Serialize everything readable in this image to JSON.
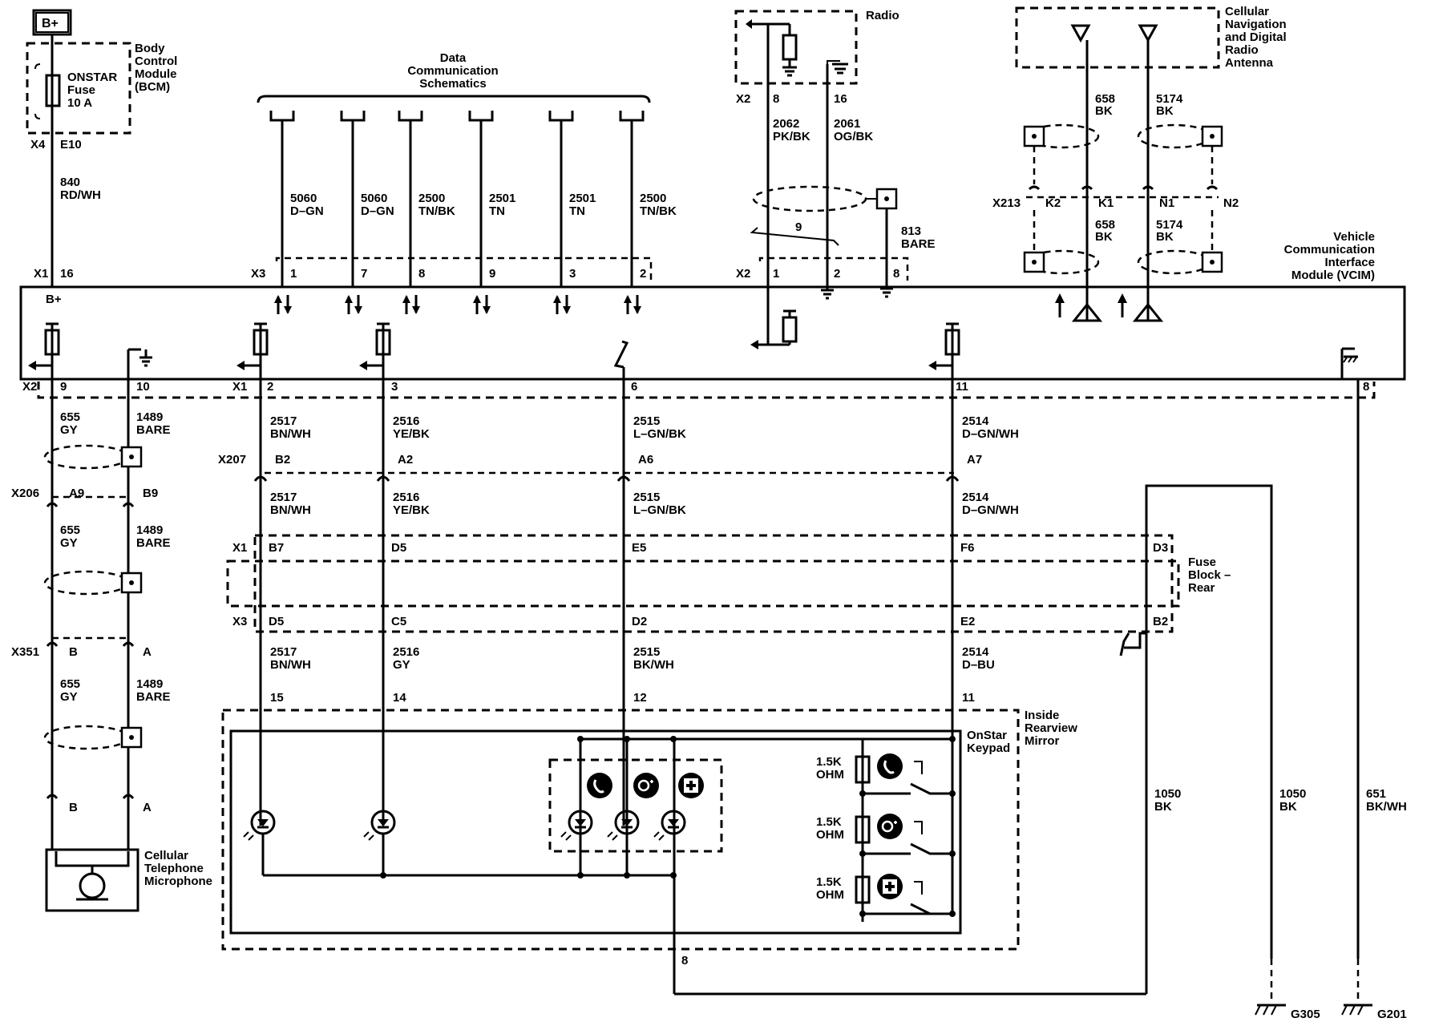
{
  "power": {
    "label": "B+"
  },
  "bcm": {
    "name": "Body Control Module (BCM)",
    "name_lines": [
      "Body",
      "Control",
      "Module",
      "(BCM)"
    ],
    "fuse_lines": [
      "ONSTAR",
      "Fuse",
      "10 A"
    ],
    "connector": "X4",
    "pin": "E10"
  },
  "wire_840": {
    "circuit": "840",
    "color": "RD/WH"
  },
  "data_comm": {
    "title_lines": [
      "Data",
      "Communication",
      "Schematics"
    ],
    "wires": [
      {
        "circuit": "5060",
        "color": "D–GN",
        "pin": "1"
      },
      {
        "circuit": "5060",
        "color": "D–GN",
        "pin": "7"
      },
      {
        "circuit": "2500",
        "color": "TN/BK",
        "pin": "8"
      },
      {
        "circuit": "2501",
        "color": "TN",
        "pin": "9"
      },
      {
        "circuit": "2501",
        "color": "TN",
        "pin": "3"
      },
      {
        "circuit": "2500",
        "color": "TN/BK",
        "pin": "2"
      }
    ],
    "connector": "X3"
  },
  "radio": {
    "name": "Radio",
    "connector": "X2",
    "pins": [
      "8",
      "16"
    ],
    "wires": [
      {
        "circuit": "2062",
        "color": "PK/BK"
      },
      {
        "circuit": "2061",
        "color": "OG/BK"
      }
    ],
    "twist_count": "9",
    "drain": {
      "circuit": "813",
      "color": "BARE"
    },
    "vcim_connector": "X2",
    "vcim_pins": [
      "1",
      "2",
      "8"
    ]
  },
  "antenna": {
    "name_lines": [
      "Cellular",
      "Navigation",
      "and Digital",
      "Radio",
      "Antenna"
    ],
    "connector": "X213",
    "pins": [
      "K2",
      "K1",
      "N1",
      "N2"
    ],
    "wires": [
      {
        "circuit": "658",
        "color": "BK"
      },
      {
        "circuit": "5174",
        "color": "BK"
      }
    ]
  },
  "vcim": {
    "name_lines": [
      "Vehicle",
      "Communication",
      "Interface",
      "Module (VCIM)"
    ],
    "x1_connector": "X1",
    "x1_pin": "16",
    "bplus_label": "B+"
  },
  "vcim_bottom": {
    "x2_connector": "X2",
    "x2_pins": [
      "9",
      "10"
    ],
    "x1_connector": "X1",
    "x1_pins": [
      "2",
      "3",
      "6",
      "11"
    ],
    "x1_pin_right": "8"
  },
  "mic_harness": {
    "segments": [
      {
        "left": {
          "circuit": "655",
          "color": "GY"
        },
        "right": {
          "circuit": "1489",
          "color": "BARE"
        }
      },
      {
        "left": {
          "circuit": "655",
          "color": "GY"
        },
        "right": {
          "circuit": "1489",
          "color": "BARE"
        }
      },
      {
        "left": {
          "circuit": "655",
          "color": "GY"
        },
        "right": {
          "circuit": "1489",
          "color": "BARE"
        }
      }
    ],
    "x206": {
      "label": "X206",
      "pins": [
        "A9",
        "B9"
      ]
    },
    "x351": {
      "label": "X351",
      "pins": [
        "B",
        "A"
      ]
    },
    "mic_pins": [
      "B",
      "A"
    ]
  },
  "microphone": {
    "name_lines": [
      "Cellular",
      "Telephone",
      "Microphone"
    ]
  },
  "x207": {
    "label": "X207",
    "pins": [
      "B2",
      "A2",
      "A6",
      "A7"
    ]
  },
  "upper_wires": [
    {
      "circuit": "2517",
      "color": "BN/WH"
    },
    {
      "circuit": "2516",
      "color": "YE/BK"
    },
    {
      "circuit": "2515",
      "color": "L–GN/BK"
    },
    {
      "circuit": "2514",
      "color": "D–GN/WH"
    }
  ],
  "middle_wires": [
    {
      "circuit": "2517",
      "color": "BN/WH"
    },
    {
      "circuit": "2516",
      "color": "YE/BK"
    },
    {
      "circuit": "2515",
      "color": "L–GN/BK"
    },
    {
      "circuit": "2514",
      "color": "D–GN/WH"
    }
  ],
  "fuse_block": {
    "name_lines": [
      "Fuse",
      "Block –",
      "Rear"
    ],
    "x1_label": "X1",
    "x1_pins": [
      "B7",
      "D5",
      "E5",
      "F6",
      "D3"
    ],
    "x3_label": "X3",
    "x3_pins": [
      "D5",
      "C5",
      "D2",
      "E2",
      "B2"
    ]
  },
  "lower_wires": [
    {
      "circuit": "2517",
      "color": "BN/WH"
    },
    {
      "circuit": "2516",
      "color": "GY"
    },
    {
      "circuit": "2515",
      "color": "BK/WH"
    },
    {
      "circuit": "2514",
      "color": "D–BU"
    }
  ],
  "mirror": {
    "name_lines": [
      "Inside",
      "Rearview",
      "Mirror"
    ],
    "keypad_lines": [
      "OnStar",
      "Keypad"
    ],
    "pins": [
      "15",
      "14",
      "12",
      "11"
    ],
    "ground_pin": "8",
    "resistor_label_lines": [
      "1.5K",
      "OHM"
    ]
  },
  "grounds": {
    "wire_1050a": {
      "circuit": "1050",
      "color": "BK"
    },
    "wire_1050b": {
      "circuit": "1050",
      "color": "BK"
    },
    "wire_651": {
      "circuit": "651",
      "color": "BK/WH"
    },
    "g305": "G305",
    "g201": "G201"
  }
}
